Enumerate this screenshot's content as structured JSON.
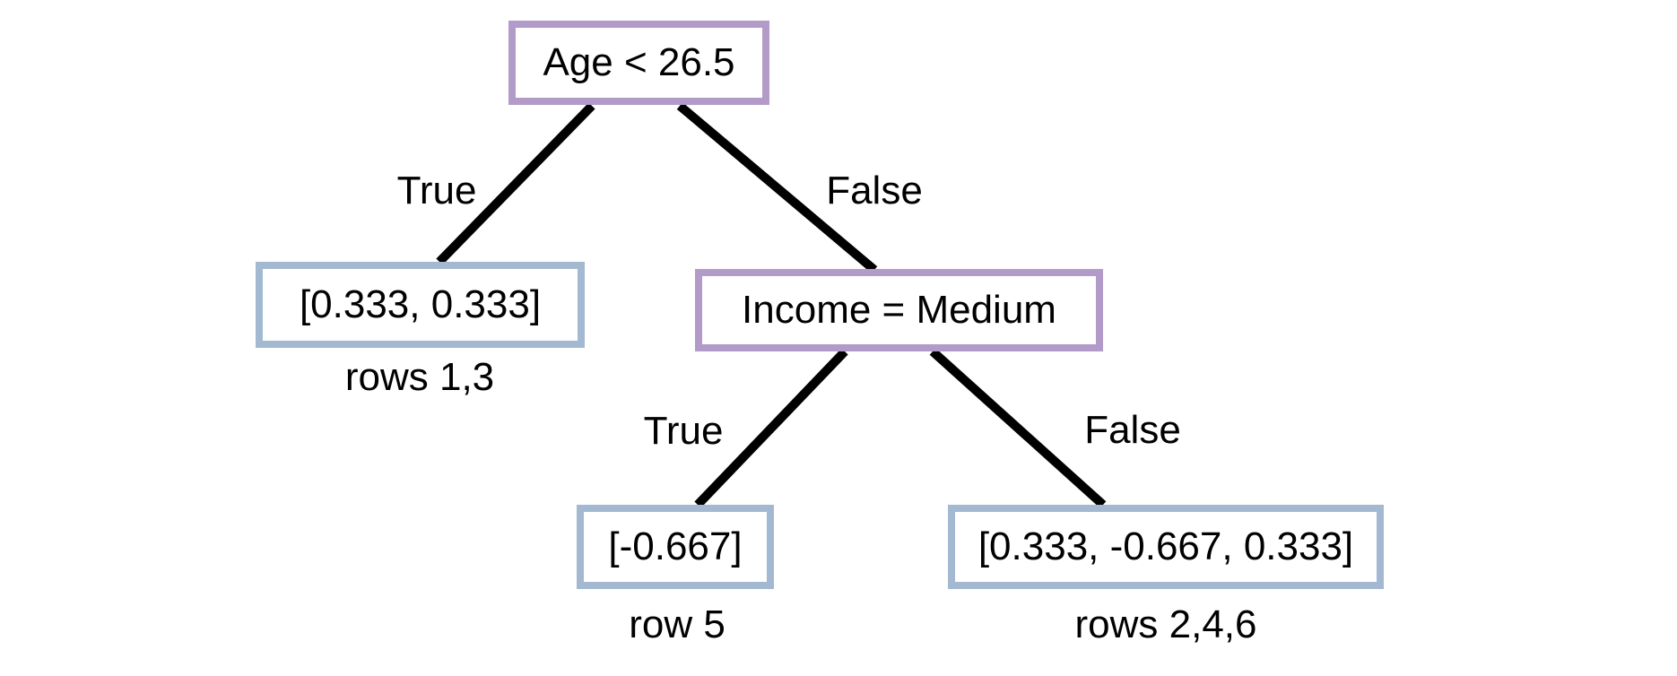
{
  "diagram": {
    "type": "decision-tree",
    "colors": {
      "decision_border": "#b29bc8",
      "leaf_border": "#a3b9d2",
      "edge": "#000000",
      "text": "#000000",
      "background": "#ffffff"
    },
    "nodes": {
      "root": {
        "label": "Age < 26.5",
        "kind": "decision"
      },
      "left_leaf": {
        "label": "[0.333, 0.333]",
        "caption": "rows 1,3",
        "kind": "leaf"
      },
      "income": {
        "label": "Income = Medium",
        "kind": "decision"
      },
      "income_true_leaf": {
        "label": "[-0.667]",
        "caption": "row 5",
        "kind": "leaf"
      },
      "income_false_leaf": {
        "label": "[0.333, -0.667, 0.333]",
        "caption": "rows 2,4,6",
        "kind": "leaf"
      }
    },
    "edges": {
      "root_true": {
        "label": "True",
        "from": "root",
        "to": "left_leaf"
      },
      "root_false": {
        "label": "False",
        "from": "root",
        "to": "income"
      },
      "income_true": {
        "label": "True",
        "from": "income",
        "to": "income_true_leaf"
      },
      "income_false": {
        "label": "False",
        "from": "income",
        "to": "income_false_leaf"
      }
    }
  }
}
